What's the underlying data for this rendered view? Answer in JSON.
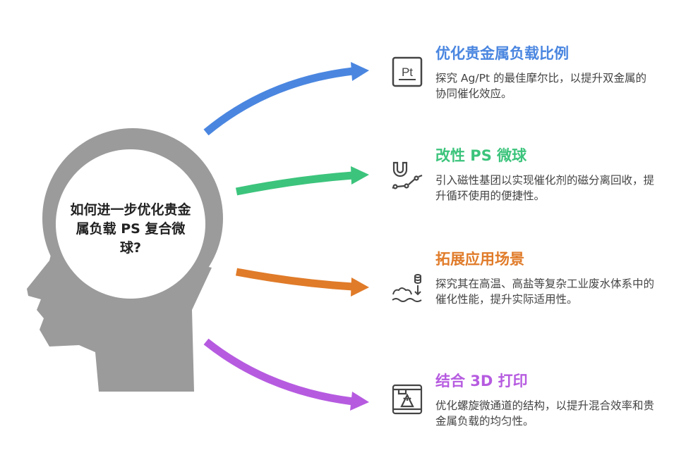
{
  "center": {
    "question": "如何进一步优化贵金属负载 PS 复合微球?"
  },
  "items": [
    {
      "title": "优化贵金属负载比例",
      "description": "探究 Ag/Pt 的最佳摩尔比，以提升双金属的协同催化效应。",
      "color": "#4a86e0",
      "icon": "pt-element-icon",
      "icon_text": "Pt"
    },
    {
      "title": "改性 PS 微球",
      "description": "引入磁性基团以实现催化剂的磁分离回收，提升循环使用的便捷性。",
      "color": "#3cc47c",
      "icon": "magnet-icon"
    },
    {
      "title": "拓展应用场景",
      "description": "探究其在高温、高盐等复杂工业废水体系中的催化性能，提升实际适用性。",
      "color": "#e07b29",
      "icon": "industrial-water-icon"
    },
    {
      "title": "结合 3D 打印",
      "description": "优化螺旋微通道的结构，以提升混合效率和贵金属负载的均匀性。",
      "color": "#b65be0",
      "icon": "3d-printer-icon"
    }
  ]
}
